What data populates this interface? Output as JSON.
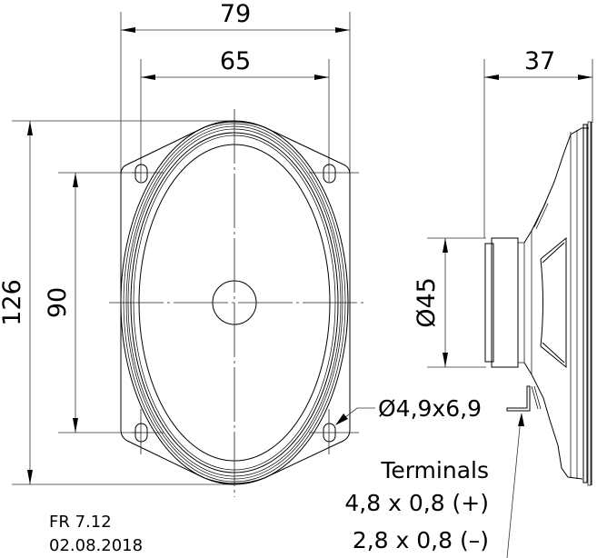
{
  "drawing": {
    "subject": "oval loudspeaker dimensional drawing",
    "dimensions": {
      "overall_width": "79",
      "hole_spacing_width": "65",
      "overall_height": "126",
      "hole_spacing_height": "90",
      "depth": "37",
      "magnet_diameter": "Ø45",
      "mounting_hole": "Ø4,9x6,9"
    },
    "terminals": {
      "title": "Terminals",
      "positive": "4,8  x  0,8  (+)",
      "negative": "2,8  x  0,8  (–)"
    },
    "title_block": {
      "model": "FR  7.12",
      "date": "02.08.2018"
    }
  }
}
